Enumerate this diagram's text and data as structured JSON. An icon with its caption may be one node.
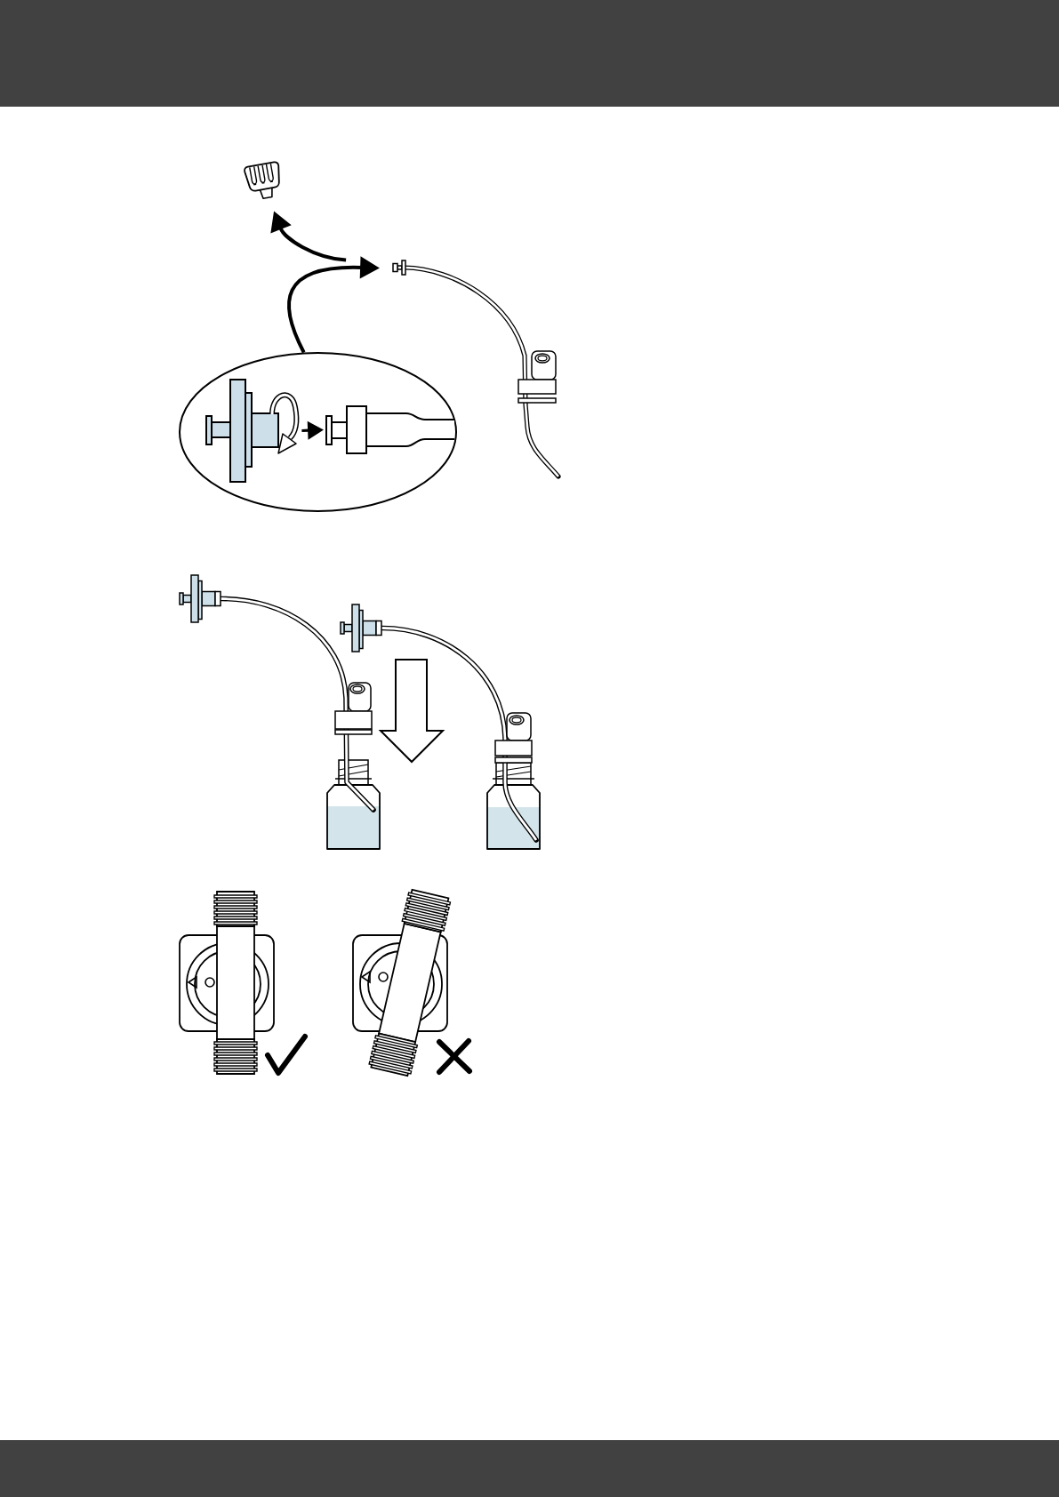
{
  "diagram": {
    "nodes": [
      {
        "text": [],
        "shape": "picture"
      },
      {
        "text": [],
        "shape": "picture"
      },
      {
        "text": [],
        "shape": "ellipse"
      },
      {
        "text": [],
        "shape": "picture",
        "in": 2
      },
      {
        "text": [],
        "shape": "picture",
        "in": 2
      },
      {
        "text": [],
        "shape": "picture"
      },
      {
        "text": [],
        "shape": "picture"
      }
    ],
    "edges": [
      {
        "from": 1,
        "to": 0,
        "arrow": "to"
      },
      {
        "from": 2,
        "to": 1,
        "arrow": "to"
      },
      {
        "from": 3,
        "to": 4,
        "arrow": "to"
      }
    ]
  }
}
